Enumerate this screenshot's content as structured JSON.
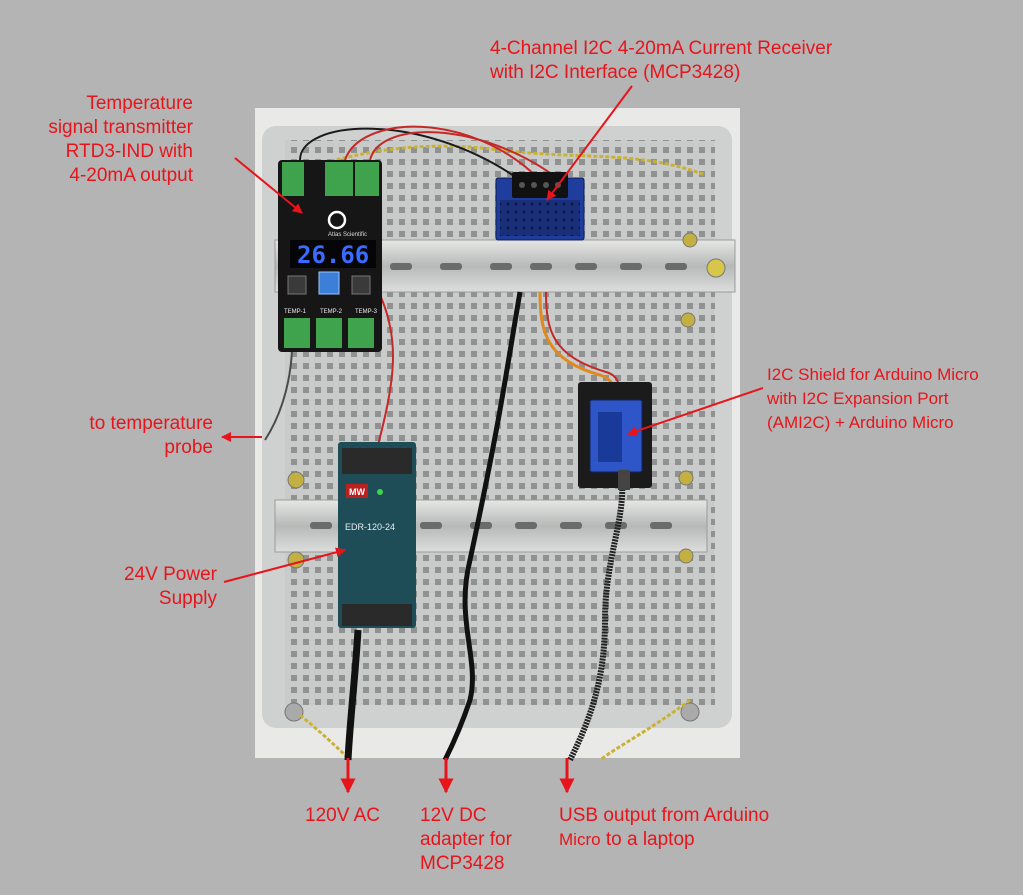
{
  "colors": {
    "background": "#b4b4b4",
    "annotation": "#e8141b",
    "panel": "#cfd1d0",
    "display_digits": "#3a6bff"
  },
  "labels": {
    "receiver": [
      "4-Channel I2C 4-20mA Current Receiver",
      "with I2C Interface (MCP3428)"
    ],
    "transmitter": [
      "Temperature",
      "signal transmitter",
      "RTD3-IND with",
      "4-20mA output"
    ],
    "shield": [
      "I2C Shield for Arduino Micro",
      "with I2C Expansion Port",
      "(AMI2C)  + Arduino Micro"
    ],
    "probe": [
      "to temperature",
      "probe"
    ],
    "psu": [
      "24V Power",
      "Supply"
    ],
    "ac": "120V AC",
    "dc": [
      "12V DC",
      "adapter for",
      "MCP3428"
    ],
    "usb": [
      "USB output from Arduino",
      "Micro",
      "to a laptop"
    ]
  },
  "device": {
    "display_value": "26.66",
    "brand": "Atlas Scientific",
    "channels": [
      "TEMP-1",
      "TEMP-2",
      "TEMP-3"
    ],
    "psu_model": "EDR-120-24",
    "psu_brand": "MW"
  }
}
